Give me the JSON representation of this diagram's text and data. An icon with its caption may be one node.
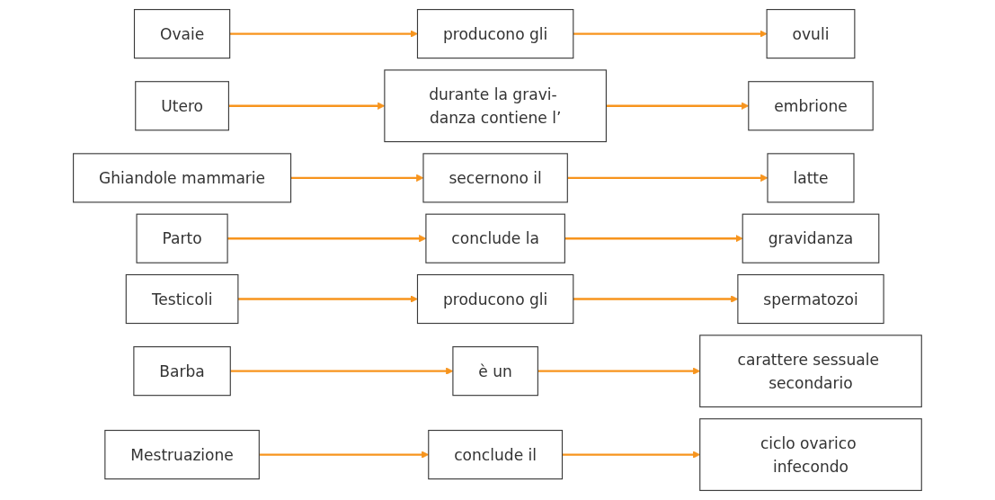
{
  "diagram": {
    "nodes": [
      {
        "text": [
          "Ovaie"
        ]
      },
      {
        "text": [
          "Utero"
        ]
      },
      {
        "text": [
          "Ghiandole mammarie"
        ]
      },
      {
        "text": [
          "Parto"
        ]
      },
      {
        "text": [
          "Testicoli"
        ]
      },
      {
        "text": [
          "Barba"
        ]
      },
      {
        "text": [
          "Mestruazione"
        ]
      },
      {
        "text": [
          "durante la gravi- danza contiene l’"
        ]
      },
      {
        "text": [
          "producono gli"
        ]
      },
      {
        "text": [
          "è un"
        ]
      },
      {
        "text": [
          "secernono il"
        ]
      },
      {
        "text": [
          "conclude la"
        ]
      },
      {
        "text": [
          "conclude il"
        ]
      },
      {
        "text": [
          "producono gli"
        ]
      },
      {
        "text": [
          "spermatozoi"
        ]
      },
      {
        "text": [
          "ovuli"
        ]
      },
      {
        "text": [
          "carattere sessuale secondario"
        ]
      },
      {
        "text": [
          "embrione"
        ]
      },
      {
        "text": [
          "latte"
        ]
      },
      {
        "text": [
          "gravidanza"
        ]
      },
      {
        "text": [
          "ciclo ovarico infecondo"
        ]
      }
    ],
    "edges": [
      {
        "from": 0,
        "to": 8,
        "arrow": "to"
      },
      {
        "from": 1,
        "to": 7,
        "arrow": "to"
      },
      {
        "from": 2,
        "to": 10,
        "arrow": "to"
      },
      {
        "from": 3,
        "to": 11,
        "arrow": "to"
      },
      {
        "from": 4,
        "to": 13,
        "arrow": "to"
      },
      {
        "from": 5,
        "to": 9,
        "arrow": "to"
      },
      {
        "from": 6,
        "to": 12,
        "arrow": "to"
      },
      {
        "from": 7,
        "to": 17,
        "arrow": "to"
      },
      {
        "from": 8,
        "to": 15,
        "arrow": "to"
      },
      {
        "from": 9,
        "to": 16,
        "arrow": "to"
      },
      {
        "from": 10,
        "to": 18,
        "arrow": "to"
      },
      {
        "from": 11,
        "to": 19,
        "arrow": "to"
      },
      {
        "from": 12,
        "to": 20,
        "arrow": "to"
      },
      {
        "from": 13,
        "to": 14,
        "arrow": "to"
      }
    ]
  }
}
